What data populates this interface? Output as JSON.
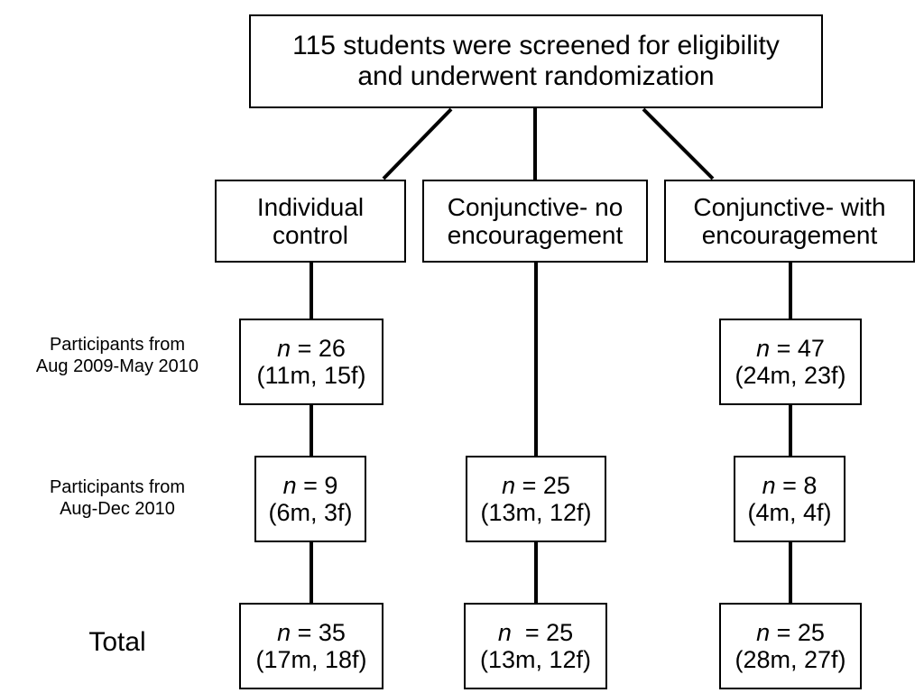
{
  "diagram": {
    "type": "flowchart",
    "title_box": {
      "lines": [
        "115 students were screened for eligibility",
        "and underwent randomization"
      ],
      "line1": "115 students were screened for eligibility",
      "line2": "and underwent randomization"
    },
    "groups": [
      {
        "id": "individual-control",
        "line1": "Individual",
        "line2": "control"
      },
      {
        "id": "conjunctive-no-encouragement",
        "line1": "Conjunctive- no",
        "line2": "encouragement"
      },
      {
        "id": "conjunctive-with-encouragement",
        "line1": "Conjunctive- with",
        "line2": "encouragement"
      }
    ],
    "rows": [
      {
        "id": "cohort-1",
        "label_line1": "Participants from",
        "label_line2": "Aug 2009-May 2010",
        "cells": [
          {
            "present": true,
            "n_var": "n",
            "n_text": " = 26",
            "breakdown": "(11m, 15f)",
            "n": 26,
            "males": 11,
            "females": 15
          },
          {
            "present": false
          },
          {
            "present": true,
            "n_var": "n",
            "n_text": " = 47",
            "breakdown": "(24m, 23f)",
            "n": 47,
            "males": 24,
            "females": 23
          }
        ]
      },
      {
        "id": "cohort-2",
        "label_line1": "Participants from",
        "label_line2": "Aug-Dec 2010",
        "cells": [
          {
            "present": true,
            "n_var": "n",
            "n_text": " = 9",
            "breakdown": "(6m, 3f)",
            "n": 9,
            "males": 6,
            "females": 3
          },
          {
            "present": true,
            "n_var": "n",
            "n_text": " = 25",
            "breakdown": "(13m, 12f)",
            "n": 25,
            "males": 13,
            "females": 12
          },
          {
            "present": true,
            "n_var": "n",
            "n_text": " = 8",
            "breakdown": "(4m, 4f)",
            "n": 8,
            "males": 4,
            "females": 4
          }
        ]
      },
      {
        "id": "total",
        "label_line1": "Total",
        "label_line2": "",
        "cells": [
          {
            "present": true,
            "n_var": "n",
            "n_text": " = 35",
            "breakdown": "(17m, 18f)",
            "n": 35,
            "males": 17,
            "females": 18
          },
          {
            "present": true,
            "n_var": "n",
            "n_text": "  = 25",
            "breakdown": "(13m, 12f)",
            "n": 25,
            "males": 13,
            "females": 12
          },
          {
            "present": true,
            "n_var": "n",
            "n_text": " = 25",
            "breakdown": "(28m, 27f)",
            "n": 25,
            "males": 28,
            "females": 27
          }
        ]
      }
    ],
    "colors": {
      "stroke": "#000000",
      "background": "#ffffff",
      "text": "#000000"
    }
  }
}
